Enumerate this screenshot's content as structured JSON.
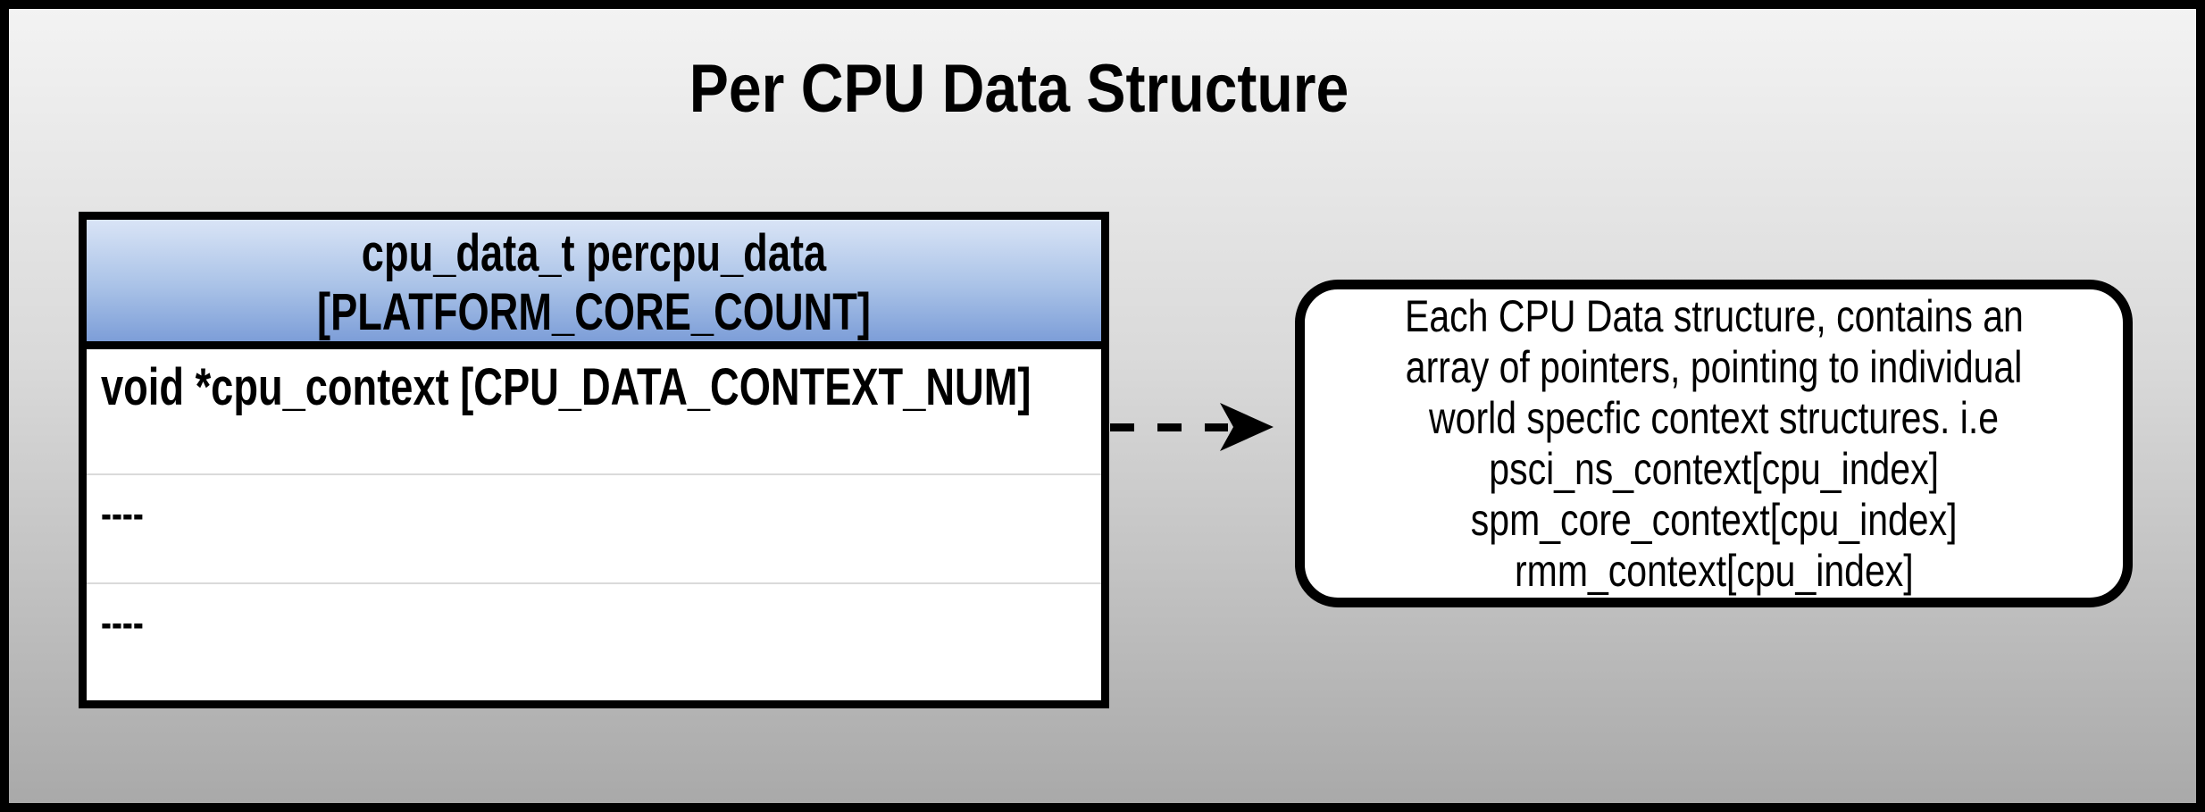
{
  "diagram": {
    "title": "Per CPU Data Structure"
  },
  "table": {
    "header": {
      "line1": "cpu_data_t percpu_data",
      "line2": "[PLATFORM_CORE_COUNT]"
    },
    "rows": [
      {
        "label": "void *cpu_context [CPU_DATA_CONTEXT_NUM]"
      },
      {
        "label": "----"
      },
      {
        "label": "----"
      }
    ]
  },
  "connector": {
    "type": "dashed-arrow",
    "direction": "right"
  },
  "annotation": {
    "lines": [
      "Each CPU Data structure, contains an",
      "array of pointers, pointing to individual",
      "world specfic context structures. i.e",
      "psci_ns_context[cpu_index]",
      "spm_core_context[cpu_index]",
      "rmm_context[cpu_index]"
    ]
  },
  "colors": {
    "canvas_border": "#000000",
    "background_top": "#f3f3f3",
    "background_bottom": "#a9a9a9",
    "table_header_gradient_top": "#d9e4f6",
    "table_header_gradient_bottom": "#7d9ed8",
    "table_border": "#000000",
    "row_separator": "#dadada",
    "annotation_background": "#ffffff",
    "text": "#000000"
  }
}
